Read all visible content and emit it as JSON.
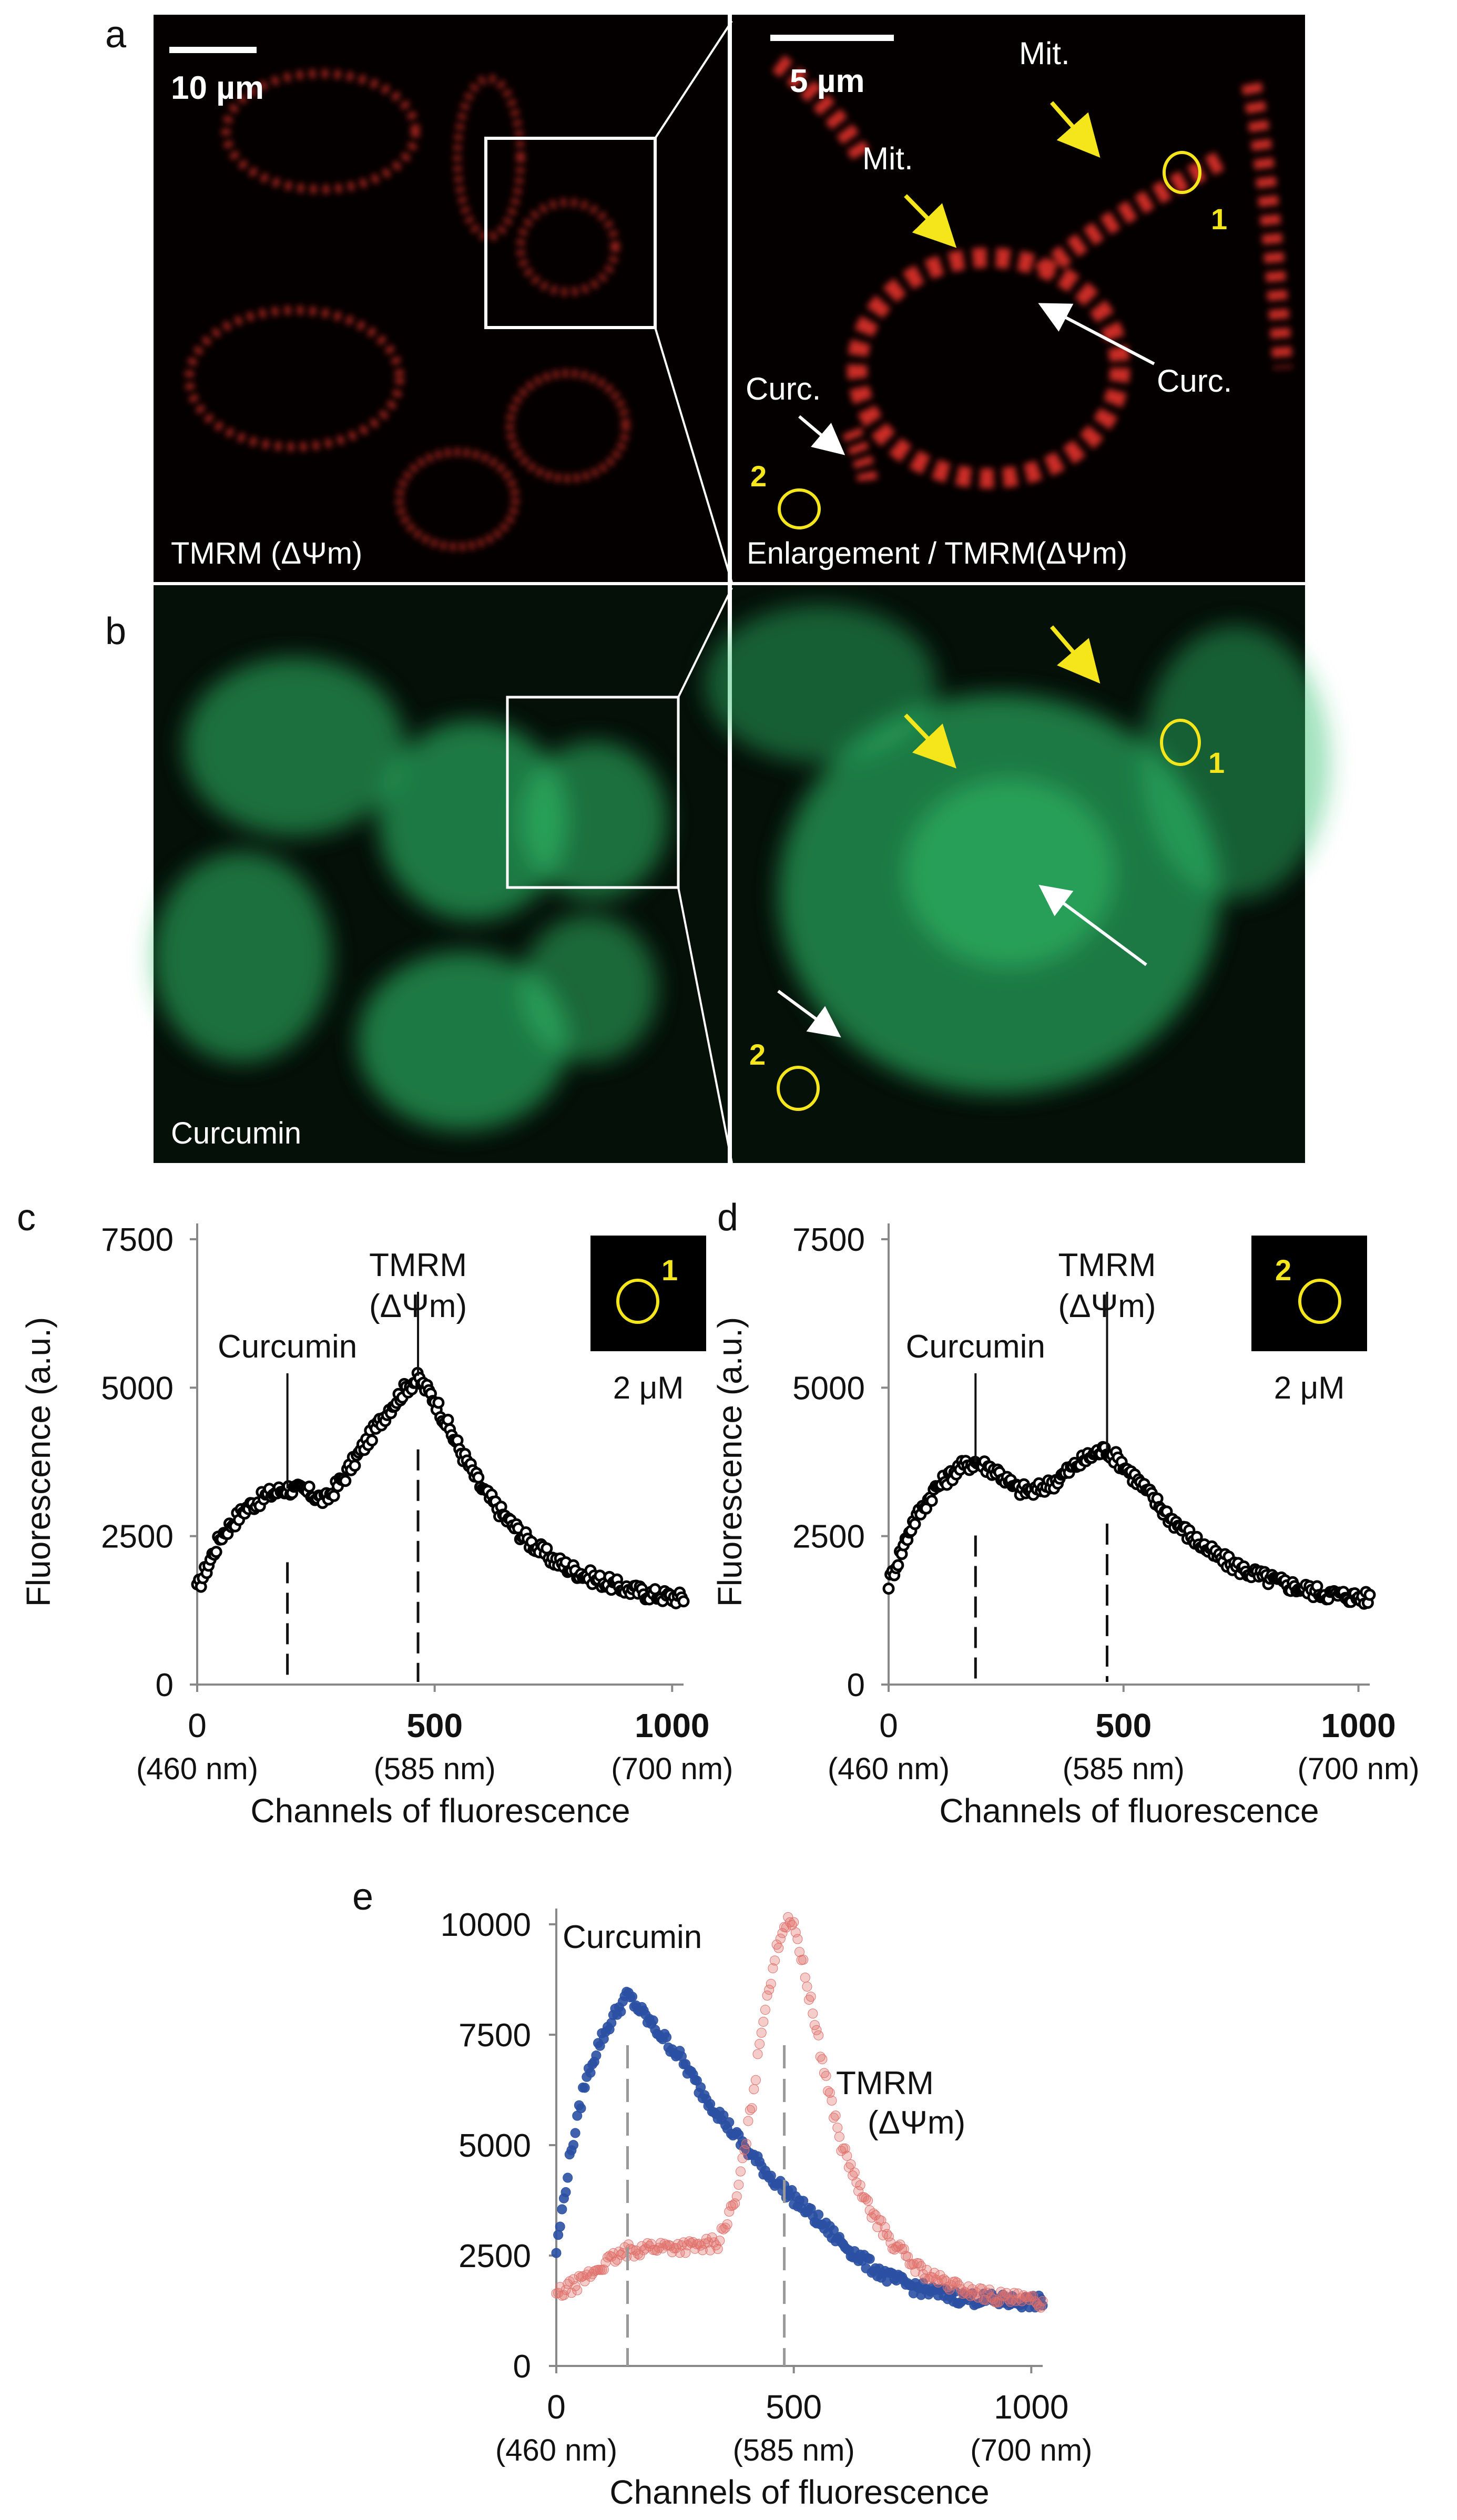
{
  "panel_a": {
    "letter": "a",
    "scale_left": "10 µm",
    "scale_right": "5 µm",
    "label_left": "TMRM (ΔΨm)",
    "label_right": "Enlargement / TMRM(ΔΨm)",
    "annotations": {
      "mit_1": "Mit.",
      "mit_2": "Mit.",
      "curc_1": "Curc.",
      "curc_2": "Curc.",
      "roi_1": "1",
      "roi_2": "2"
    },
    "colors": {
      "fluor": "#e0312b",
      "arrow_yellow": "#f5e61c",
      "arrow_white": "#ffffff"
    }
  },
  "panel_b": {
    "letter": "b",
    "label_left": "Curcumin",
    "annotations": {
      "roi_1": "1",
      "roi_2": "2"
    },
    "colors": {
      "fluor": "#2fbf6a"
    }
  },
  "chart_data": [
    {
      "id": "c",
      "letter": "c",
      "type": "scatter",
      "ylabel": "Fluorescence (a.u.)",
      "xlabel": "Channels of fluorescence",
      "xlim": [
        0,
        1024
      ],
      "ylim": [
        0,
        7500
      ],
      "yticks": [
        "0",
        "2500",
        "5000",
        "7500"
      ],
      "xticks": [
        {
          "value": 0,
          "label": "0",
          "sub": "(460 nm)"
        },
        {
          "value": 500,
          "label": "500",
          "sub": "(585 nm)"
        },
        {
          "value": 1000,
          "label": "1000",
          "sub": "(700 nm)"
        }
      ],
      "peaks": [
        {
          "name": "Curcumin",
          "x": 190,
          "y": 3300
        },
        {
          "name": "TMRM",
          "name_line2": "(ΔΨm)",
          "x": 465,
          "y": 5200
        }
      ],
      "inset": {
        "roi": "1",
        "concentration": "2 μM"
      },
      "series": [
        {
          "color": "#000000",
          "points": [
            [
              0,
              1600
            ],
            [
              50,
              2500
            ],
            [
              100,
              2950
            ],
            [
              150,
              3200
            ],
            [
              190,
              3300
            ],
            [
              230,
              3250
            ],
            [
              270,
              3100
            ],
            [
              310,
              3500
            ],
            [
              350,
              4000
            ],
            [
              400,
              4600
            ],
            [
              440,
              5000
            ],
            [
              465,
              5150
            ],
            [
              500,
              4800
            ],
            [
              550,
              4000
            ],
            [
              600,
              3300
            ],
            [
              650,
              2800
            ],
            [
              700,
              2400
            ],
            [
              750,
              2100
            ],
            [
              800,
              1900
            ],
            [
              850,
              1750
            ],
            [
              900,
              1620
            ],
            [
              950,
              1530
            ],
            [
              1000,
              1470
            ],
            [
              1024,
              1450
            ]
          ]
        }
      ]
    },
    {
      "id": "d",
      "letter": "d",
      "type": "scatter",
      "ylabel": "Fluorescence (a.u.)",
      "xlabel": "Channels of fluorescence",
      "xlim": [
        0,
        1024
      ],
      "ylim": [
        0,
        7500
      ],
      "yticks": [
        "0",
        "2500",
        "5000",
        "7500"
      ],
      "xticks": [
        {
          "value": 0,
          "label": "0",
          "sub": "(460 nm)"
        },
        {
          "value": 500,
          "label": "500",
          "sub": "(585 nm)"
        },
        {
          "value": 1000,
          "label": "1000",
          "sub": "(700 nm)"
        }
      ],
      "peaks": [
        {
          "name": "Curcumin",
          "x": 185,
          "y": 3750
        },
        {
          "name": "TMRM",
          "name_line2": "(ΔΨm)",
          "x": 465,
          "y": 3950
        }
      ],
      "inset": {
        "roi": "2",
        "concentration": "2 μM"
      },
      "series": [
        {
          "color": "#000000",
          "points": [
            [
              0,
              1700
            ],
            [
              50,
              2700
            ],
            [
              100,
              3300
            ],
            [
              150,
              3650
            ],
            [
              185,
              3750
            ],
            [
              230,
              3600
            ],
            [
              270,
              3300
            ],
            [
              310,
              3250
            ],
            [
              350,
              3400
            ],
            [
              400,
              3700
            ],
            [
              440,
              3900
            ],
            [
              465,
              3950
            ],
            [
              500,
              3700
            ],
            [
              550,
              3250
            ],
            [
              600,
              2800
            ],
            [
              650,
              2450
            ],
            [
              700,
              2150
            ],
            [
              750,
              1950
            ],
            [
              800,
              1800
            ],
            [
              850,
              1680
            ],
            [
              900,
              1580
            ],
            [
              950,
              1510
            ],
            [
              1000,
              1470
            ],
            [
              1024,
              1450
            ]
          ]
        }
      ]
    },
    {
      "id": "e",
      "letter": "e",
      "type": "scatter",
      "ylabel": "",
      "xlabel": "Channels of fluorescence",
      "xlim": [
        0,
        1024
      ],
      "ylim": [
        0,
        10000
      ],
      "yticks": [
        "0",
        "2500",
        "5000",
        "7500",
        "10000"
      ],
      "xticks": [
        {
          "value": 0,
          "label": "0",
          "sub": "(460 nm)"
        },
        {
          "value": 500,
          "label": "500",
          "sub": "(585 nm)"
        },
        {
          "value": 1000,
          "label": "1000",
          "sub": "(700 nm)"
        }
      ],
      "guides": [
        150,
        480
      ],
      "series": [
        {
          "name": "Curcumin",
          "color": "#2b50a3",
          "points": [
            [
              0,
              2600
            ],
            [
              30,
              4800
            ],
            [
              60,
              6400
            ],
            [
              90,
              7300
            ],
            [
              120,
              7900
            ],
            [
              150,
              8400
            ],
            [
              180,
              8000
            ],
            [
              220,
              7500
            ],
            [
              260,
              7000
            ],
            [
              300,
              6300
            ],
            [
              350,
              5600
            ],
            [
              400,
              4900
            ],
            [
              450,
              4300
            ],
            [
              500,
              3800
            ],
            [
              550,
              3300
            ],
            [
              600,
              2800
            ],
            [
              650,
              2350
            ],
            [
              700,
              2000
            ],
            [
              750,
              1800
            ],
            [
              800,
              1650
            ],
            [
              850,
              1550
            ],
            [
              900,
              1500
            ],
            [
              950,
              1470
            ],
            [
              1000,
              1450
            ],
            [
              1024,
              1440
            ]
          ]
        },
        {
          "name": "TMRM",
          "name_line2": "(ΔΨm)",
          "color": "#e0706a",
          "points": [
            [
              0,
              1600
            ],
            [
              50,
              1900
            ],
            [
              100,
              2300
            ],
            [
              150,
              2600
            ],
            [
              200,
              2700
            ],
            [
              250,
              2700
            ],
            [
              300,
              2700
            ],
            [
              340,
              2800
            ],
            [
              380,
              3800
            ],
            [
              410,
              5800
            ],
            [
              440,
              8200
            ],
            [
              470,
              9700
            ],
            [
              490,
              10200
            ],
            [
              510,
              9600
            ],
            [
              540,
              8000
            ],
            [
              570,
              6400
            ],
            [
              600,
              5000
            ],
            [
              650,
              3700
            ],
            [
              700,
              2900
            ],
            [
              750,
              2300
            ],
            [
              800,
              1950
            ],
            [
              850,
              1750
            ],
            [
              900,
              1620
            ],
            [
              950,
              1520
            ],
            [
              1000,
              1460
            ],
            [
              1024,
              1440
            ]
          ]
        }
      ]
    }
  ]
}
